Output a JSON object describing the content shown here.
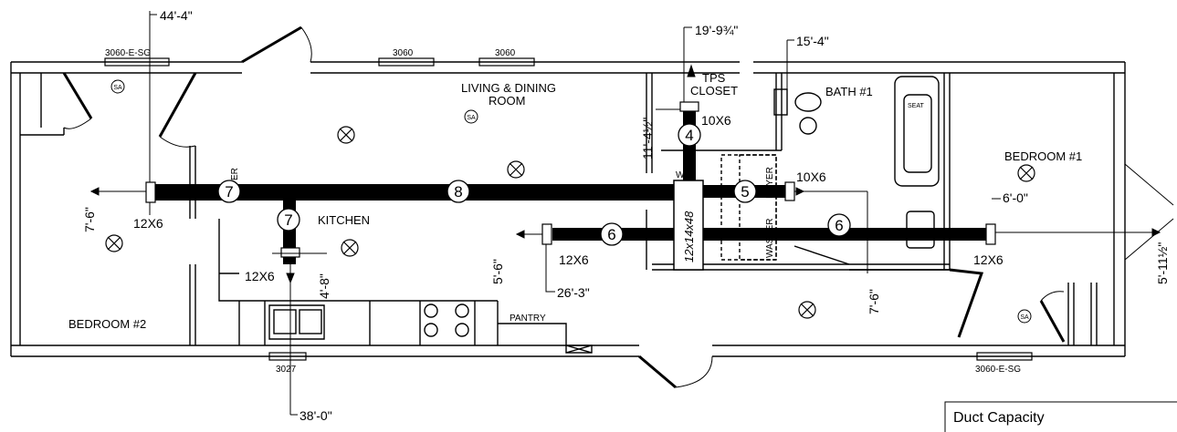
{
  "rooms": {
    "living": "LIVING & DINING",
    "living2": "ROOM",
    "tps": "TPS",
    "closet": "CLOSET",
    "bath": "BATH #1",
    "bed1": "BEDROOM #1",
    "bed2": "BEDROOM #2",
    "kitchen": "KITCHEN",
    "pantry": "PANTRY",
    "seat": "SEAT",
    "washer": "WASHER",
    "dryer": "DRYER",
    "dryer_left": "ER",
    "wh": "W.H."
  },
  "windows": {
    "w1": "3060-E-SG",
    "w2": "3060",
    "w3": "3060",
    "w4": "3027",
    "w5": "3060-E-SG"
  },
  "dimensions": {
    "d1": "44'-4\"",
    "d2": "19'-9¾\"",
    "d3": "15'-4\"",
    "d4": "11'-4½\"",
    "d5": "7'-6\"",
    "d6": "4'-8\"",
    "d7": "5'-6\"",
    "d8": "26'-3\"",
    "d9": "7'-6\"",
    "d10": "6'-0\"",
    "d11": "5'-11½\"",
    "d12": "38'-0\""
  },
  "registers": {
    "r1": "12X6",
    "r2": "12X6",
    "r3": "12X6",
    "r4": "10X6",
    "r5": "10X6",
    "r6": "12X6"
  },
  "ducts": {
    "n1": "7",
    "n2": "8",
    "n3": "7",
    "n4": "4",
    "n5": "5",
    "n6": "6",
    "n7": "6"
  },
  "unit": "12x14x48",
  "smoke_alarm": "SA",
  "legend": {
    "title": "Duct Capacity"
  }
}
